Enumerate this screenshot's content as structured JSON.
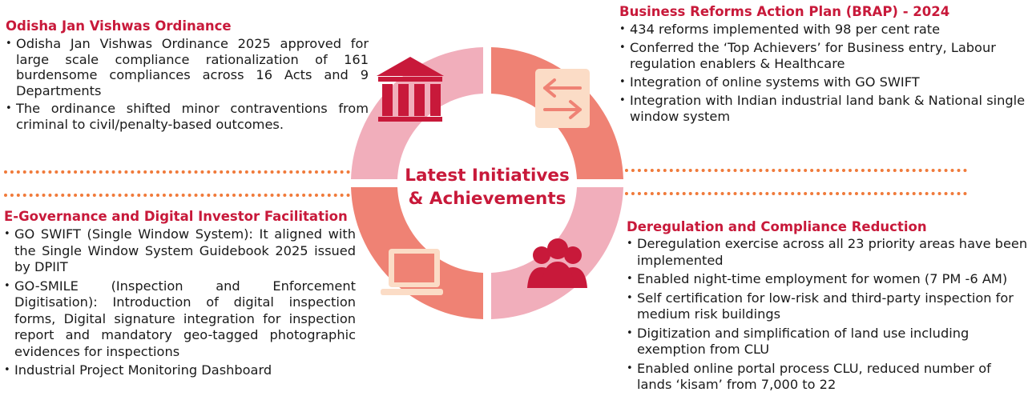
{
  "center": {
    "line1": "Latest Initiatives",
    "line2": "& Achievements"
  },
  "sections": {
    "odisha": {
      "title": "Odisha Jan Vishwas Ordinance",
      "items": [
        "Odisha Jan Vishwas Ordinance 2025 approved for large scale compliance rationalization of 161 burdensome compliances across 16 Acts and 9 Departments",
        "The ordinance shifted minor contraventions from criminal to civil/penalty-based outcomes."
      ]
    },
    "brap": {
      "title": "Business Reforms Action Plan (BRAP) - 2024",
      "items": [
        "434 reforms implemented with 98 per cent rate",
        "Conferred the ‘Top Achievers’  for Business entry, Labour regulation enablers & Healthcare",
        "Integration of online systems with GO SWIFT",
        "Integration with Indian industrial land bank & National single window system"
      ]
    },
    "egov": {
      "title": "E-Governance and Digital Investor Facilitation",
      "items": [
        "GO SWIFT (Single Window System): It aligned with the Single Window System Guidebook 2025 issued by DPIIT",
        "GO-SMILE (Inspection and Enforcement Digitisation): Introduction of digital inspection forms, Digital signature integration for inspection report and mandatory geo-tagged photographic evidences for inspections",
        "Industrial Project Monitoring Dashboard"
      ]
    },
    "dereg": {
      "title": "Deregulation and Compliance Reduction",
      "items": [
        "Deregulation exercise across all 23 priority areas have been implemented",
        "Enabled night-time employment for women (7 PM -6 AM)",
        "Self certification for low-risk and third-party inspection for medium risk buildings",
        "Digitization and simplification of land use including exemption from CLU",
        "Enabled online portal process CLU, reduced number of lands ‘kisam’ from 7,000 to 22"
      ]
    }
  },
  "icons": [
    "government-building-icon",
    "exchange-arrows-icon",
    "people-group-icon",
    "laptop-icon"
  ],
  "colors": {
    "accent": "#c8193a",
    "segment_dark": "#ef8274",
    "segment_light": "#f1aebb",
    "dots": "#f07a3a"
  }
}
